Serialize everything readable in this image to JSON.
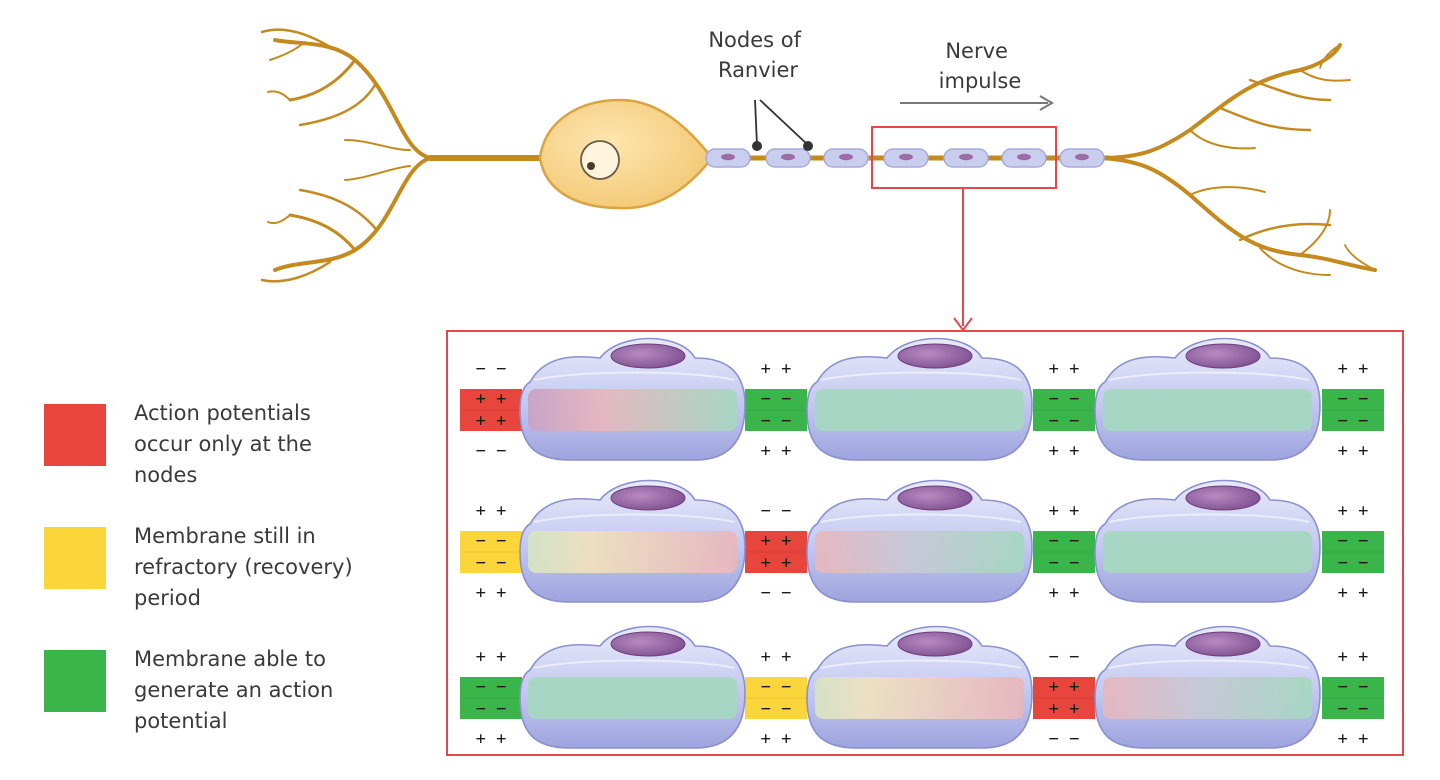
{
  "labels": {
    "nodes_of_ranvier": [
      "Nodes of",
      "Ranvier"
    ],
    "nerve_impulse": [
      "Nerve",
      "impulse"
    ]
  },
  "legend": [
    {
      "id": "action-potential",
      "color": "#e8453c",
      "text": "Action  potentials\noccur only at the\nnodes"
    },
    {
      "id": "refractory",
      "color": "#fbd63a",
      "text": "Membrane still in\nrefractory (recovery)\nperiod"
    },
    {
      "id": "able",
      "color": "#3ab54a",
      "text": "Membrane able to\ngenerate an action\npotential"
    }
  ],
  "colors": {
    "axon": "#c58a1e",
    "cell_body": "#f6d48f",
    "highlight_box": "#e8464b",
    "impulse_arrow": "#777777",
    "myelin": "#c9cdee",
    "nucleus": "#9e6aa8",
    "red": "#e8453c",
    "yellow": "#fbd63a",
    "green": "#3ab54a"
  },
  "rows": [
    {
      "nodes": [
        {
          "state": "red",
          "above": "− −",
          "below": "− −",
          "inner_top": "+ +",
          "inner_bottom": "+ +"
        },
        {
          "state": "green",
          "above": "+ +",
          "below": "+ +",
          "inner_top": "− −",
          "inner_bottom": "− −"
        },
        {
          "state": "green",
          "above": "+ +",
          "below": "+ +",
          "inner_top": "− −",
          "inner_bottom": "− −"
        },
        {
          "state": "green",
          "above": "+ +",
          "below": "+ +",
          "inner_top": "− −",
          "inner_bottom": "− −"
        }
      ]
    },
    {
      "nodes": [
        {
          "state": "yellow",
          "above": "+ +",
          "below": "+ +",
          "inner_top": "− −",
          "inner_bottom": "− −"
        },
        {
          "state": "red",
          "above": "− −",
          "below": "− −",
          "inner_top": "+ +",
          "inner_bottom": "+ +"
        },
        {
          "state": "green",
          "above": "+ +",
          "below": "+ +",
          "inner_top": "− −",
          "inner_bottom": "− −"
        },
        {
          "state": "green",
          "above": "+ +",
          "below": "+ +",
          "inner_top": "− −",
          "inner_bottom": "− −"
        }
      ]
    },
    {
      "nodes": [
        {
          "state": "green",
          "above": "+ +",
          "below": "+ +",
          "inner_top": "− −",
          "inner_bottom": "− −"
        },
        {
          "state": "yellow",
          "above": "+ +",
          "below": "+ +",
          "inner_top": "− −",
          "inner_bottom": "− −"
        },
        {
          "state": "red",
          "above": "− −",
          "below": "− −",
          "inner_top": "+ +",
          "inner_bottom": "+ +"
        },
        {
          "state": "green",
          "above": "+ +",
          "below": "+ +",
          "inner_top": "− −",
          "inner_bottom": "− −"
        }
      ]
    }
  ]
}
